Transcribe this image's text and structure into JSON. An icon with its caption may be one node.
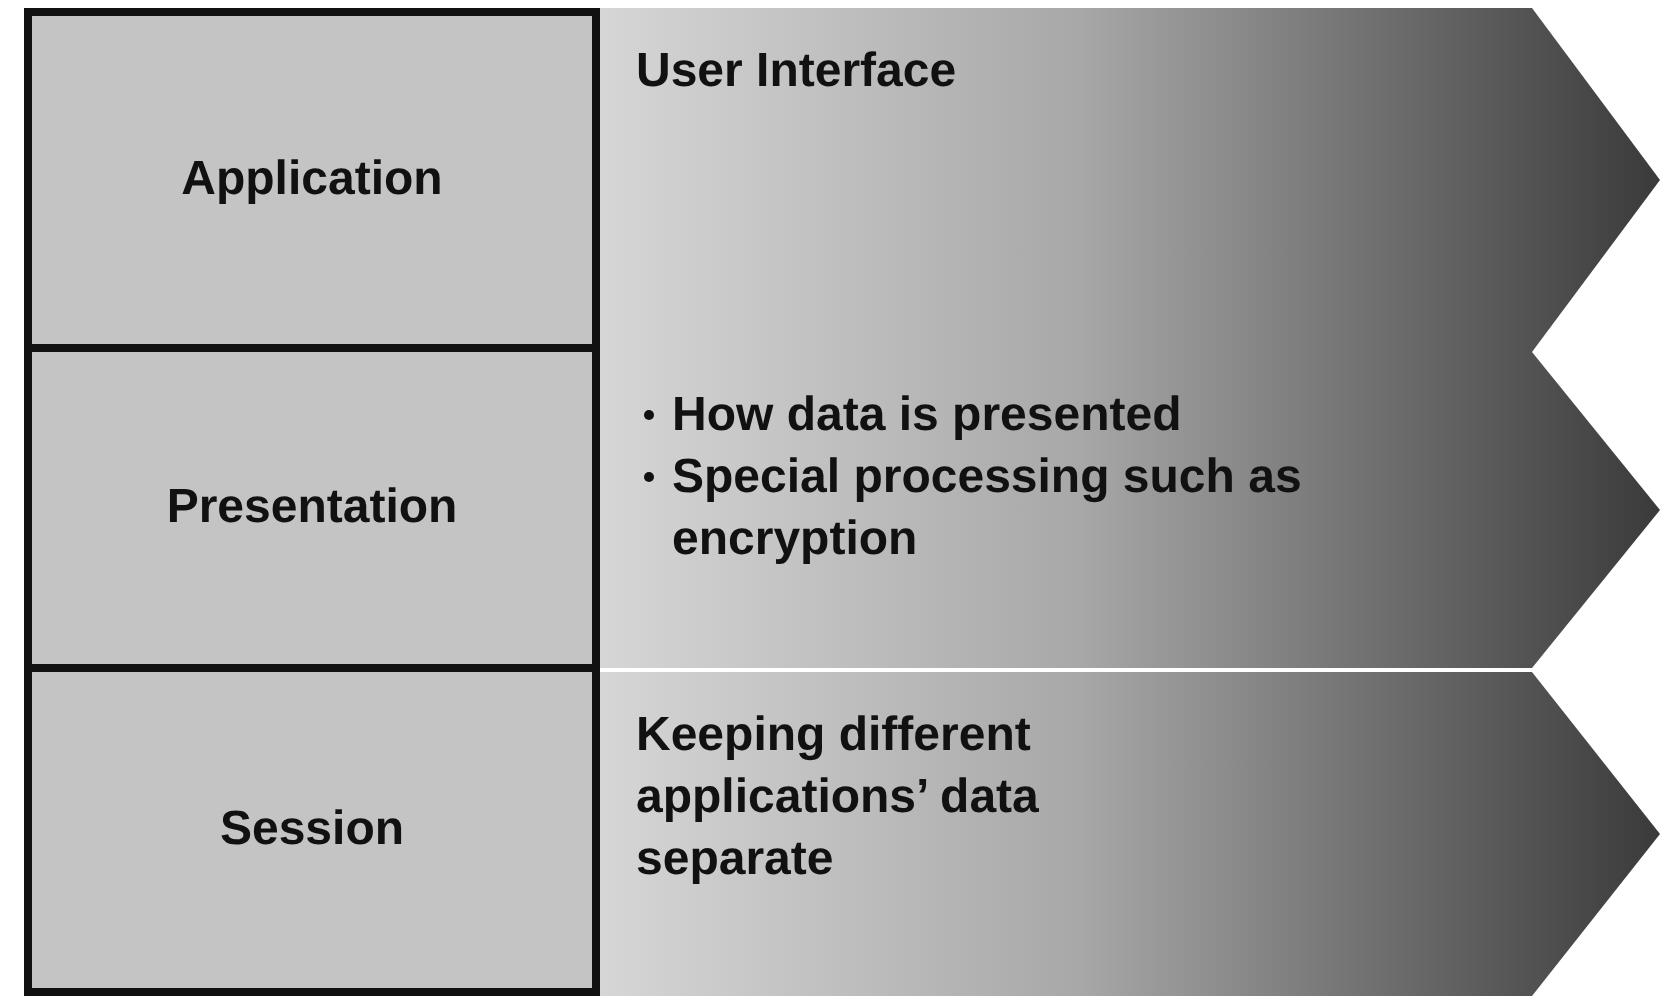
{
  "diagram": {
    "nodes": [
      {
        "text": [
          "Application"
        ]
      },
      {
        "text": [
          "User Interface"
        ]
      },
      {
        "text": [
          "Presentation"
        ]
      },
      {
        "text": [
          "How data is presented",
          "Special processing such as encryption"
        ]
      },
      {
        "text": [
          "Session"
        ]
      },
      {
        "text": [
          "Keeping different applications’ data separate"
        ]
      }
    ]
  }
}
